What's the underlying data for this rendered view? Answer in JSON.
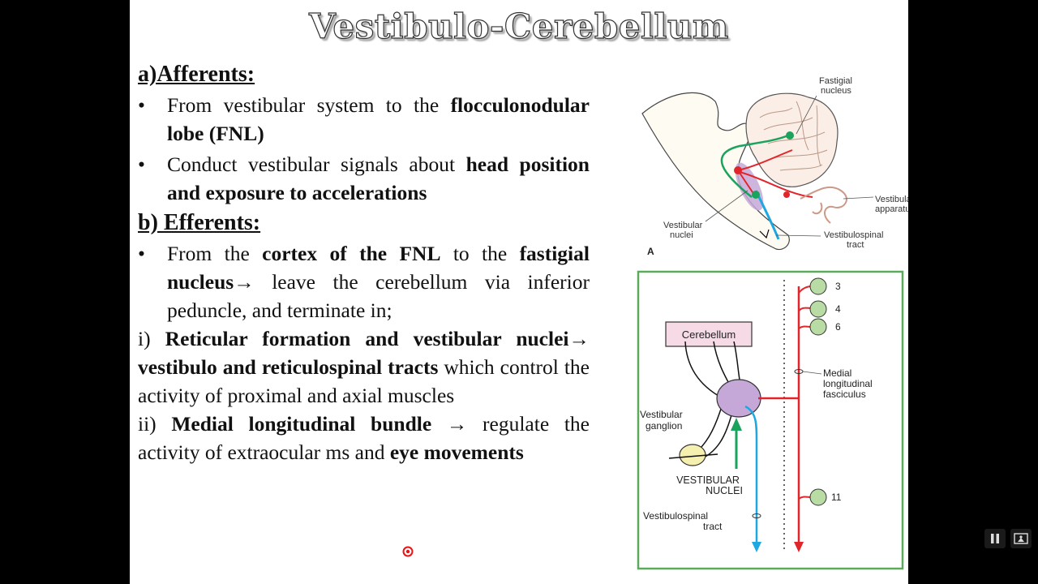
{
  "slide": {
    "title": "Vestibulo-Cerebellum",
    "afferents": {
      "heading": "a)Afferents:",
      "b1_pre": "From vestibular system to the ",
      "b1_bold": "flocculonodular lobe (FNL)",
      "b2_pre": "Conduct vestibular signals about ",
      "b2_bold": "head position and exposure to accelerations"
    },
    "efferents": {
      "heading": "b) Efferents:",
      "b1_pre": "From the ",
      "b1_bold1": "cortex of the FNL",
      "b1_mid": " to the ",
      "b1_bold2": "fastigial nucleus→",
      "b1_post": " leave the cerebellum via inferior peduncle, and terminate in;",
      "p1_pre": "i) ",
      "p1_bold1": "Reticular formation and vestibular nuclei→ vestibulo and reticulospinal tracts",
      "p1_post": " which control the activity of proximal and axial muscles",
      "p2_pre": "ii) ",
      "p2_bold1": "Medial longitudinal bundle",
      "p2_mid": " → regulate the activity of extraocular ms and ",
      "p2_bold2": "eye movements"
    },
    "figure_a": {
      "fastigial1": "Fastigial",
      "fastigial2": "nucleus",
      "vestibular1": "Vestibular",
      "apparatus": "apparatus",
      "vnuclei1": "Vestibular",
      "vnuclei2": "nuclei",
      "vstract1": "Vestibulospinal",
      "vstract2": "tract",
      "panel_letter": "A"
    },
    "figure_b": {
      "cerebellum": "Cerebellum",
      "mlf1": "Medial",
      "mlf2": "longitudinal",
      "mlf3": "fasciculus",
      "ganglion1": "Vestibular",
      "ganglion2": "ganglion",
      "vn1": "VESTIBULAR",
      "vn2": "NUCLEI",
      "vst1": "Vestibulospinal",
      "vst2": "tract",
      "n3": "3",
      "n4": "4",
      "n6": "6",
      "n11": "11"
    }
  },
  "colors": {
    "red_tract": "#e0262a",
    "green_tract": "#1aa35c",
    "blue_tract": "#1ea7e0",
    "nucleus_purple": "#c6a8d8",
    "frame_green": "#5cab5c"
  }
}
